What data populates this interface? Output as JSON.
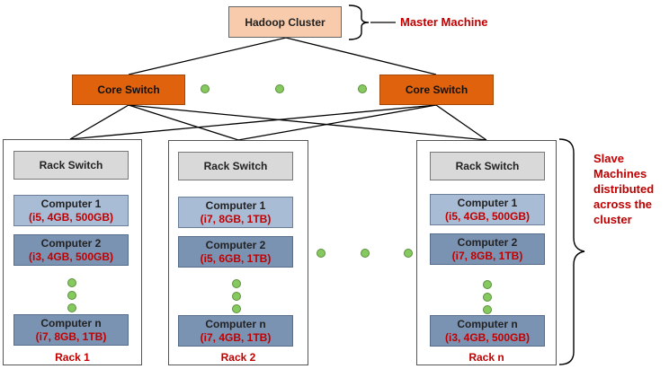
{
  "master": {
    "cluster_label": "Hadoop Cluster",
    "annotation": "Master Machine"
  },
  "core_switches": [
    "Core Switch",
    "Core Switch"
  ],
  "racks": [
    {
      "switch": "Rack Switch",
      "label": "Rack 1",
      "computers": [
        {
          "name": "Computer 1",
          "spec": "(i5, 4GB, 500GB)"
        },
        {
          "name": "Computer 2",
          "spec": "(i3, 4GB, 500GB)"
        },
        {
          "name": "Computer n",
          "spec": "(i7, 8GB, 1TB)"
        }
      ]
    },
    {
      "switch": "Rack Switch",
      "label": "Rack 2",
      "computers": [
        {
          "name": "Computer 1",
          "spec": "(i7, 8GB, 1TB)"
        },
        {
          "name": "Computer 2",
          "spec": "(i5, 6GB, 1TB)"
        },
        {
          "name": "Computer n",
          "spec": "(i7, 4GB, 1TB)"
        }
      ]
    },
    {
      "switch": "Rack Switch",
      "label": "Rack n",
      "computers": [
        {
          "name": "Computer 1",
          "spec": "(i5, 4GB, 500GB)"
        },
        {
          "name": "Computer 2",
          "spec": "(i7, 8GB, 1TB)"
        },
        {
          "name": "Computer n",
          "spec": "(i3, 4GB, 500GB)"
        }
      ]
    }
  ],
  "slave_annotation": [
    "Slave",
    "Machines",
    "distributed",
    "across the",
    "cluster"
  ],
  "colors": {
    "cluster_fill": "#f8cbad",
    "core_switch_fill": "#e0620c",
    "computer_light": "#a9bcd5",
    "computer_dark": "#7b93b3",
    "annotation_red": "#c00000",
    "dot_green": "#86c95e"
  }
}
